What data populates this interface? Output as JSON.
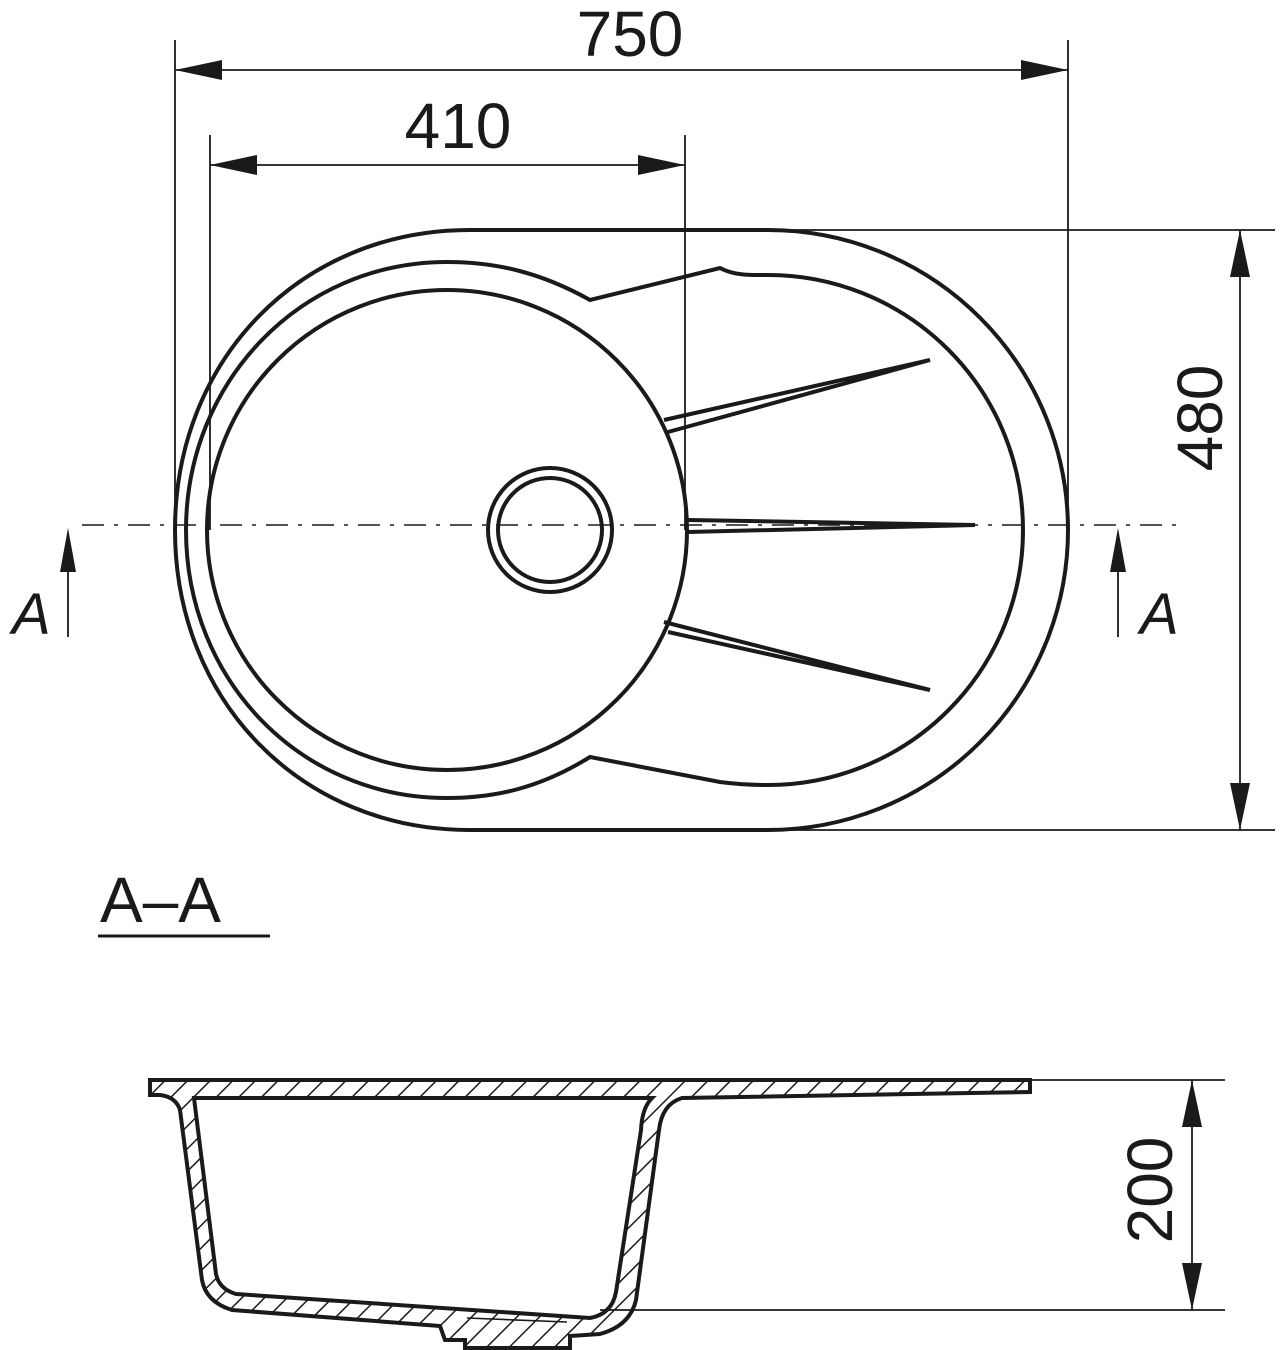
{
  "dimensions": {
    "overall_width": "750",
    "bowl_width": "410",
    "overall_depth": "480",
    "bowl_height": "200"
  },
  "section": {
    "marker_left": "A",
    "marker_right": "A",
    "title": "A–A"
  },
  "colors": {
    "line": "#1a1a1a",
    "background": "#ffffff"
  }
}
